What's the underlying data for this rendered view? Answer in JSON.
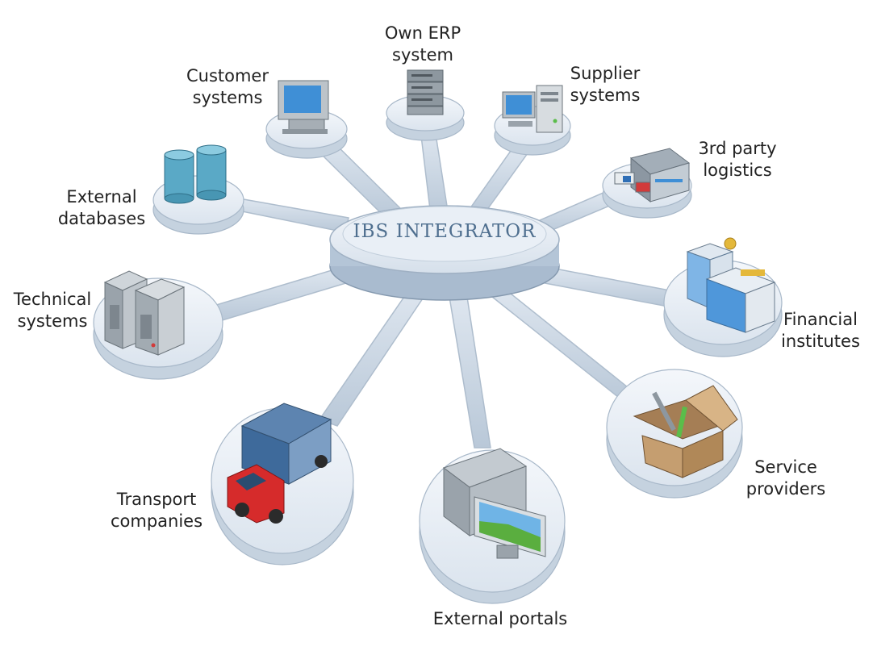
{
  "hub": {
    "title": "IBS INTEGRATOR"
  },
  "nodes": {
    "own_erp": "Own ERP\nsystem",
    "customer": "Customer\nsystems",
    "supplier": "Supplier\nsystems",
    "logistics": "3rd party\nlogistics",
    "external_db": "External\ndatabases",
    "technical": "Technical\nsystems",
    "financial": "Financial\ninstitutes",
    "service": "Service\nproviders",
    "transport": "Transport\ncompanies",
    "portals": "External portals"
  },
  "icons": {
    "own_erp": "server-stack-icon",
    "customer": "desktop-computer-icon",
    "supplier": "computer-tower-icon",
    "logistics": "warehouse-trucks-icon",
    "external_db": "database-cylinders-icon",
    "technical": "server-racks-icon",
    "financial": "bank-buildings-icon",
    "service": "toolbox-icon",
    "transport": "truck-icon",
    "portals": "monitor-icon"
  },
  "colors": {
    "disc_fill": "#e4ebf3",
    "disc_edge": "#b5c3d2",
    "spoke": "#c8d5e3",
    "hub_top": "#e9eff6",
    "hub_side": "#a9bbcf"
  }
}
